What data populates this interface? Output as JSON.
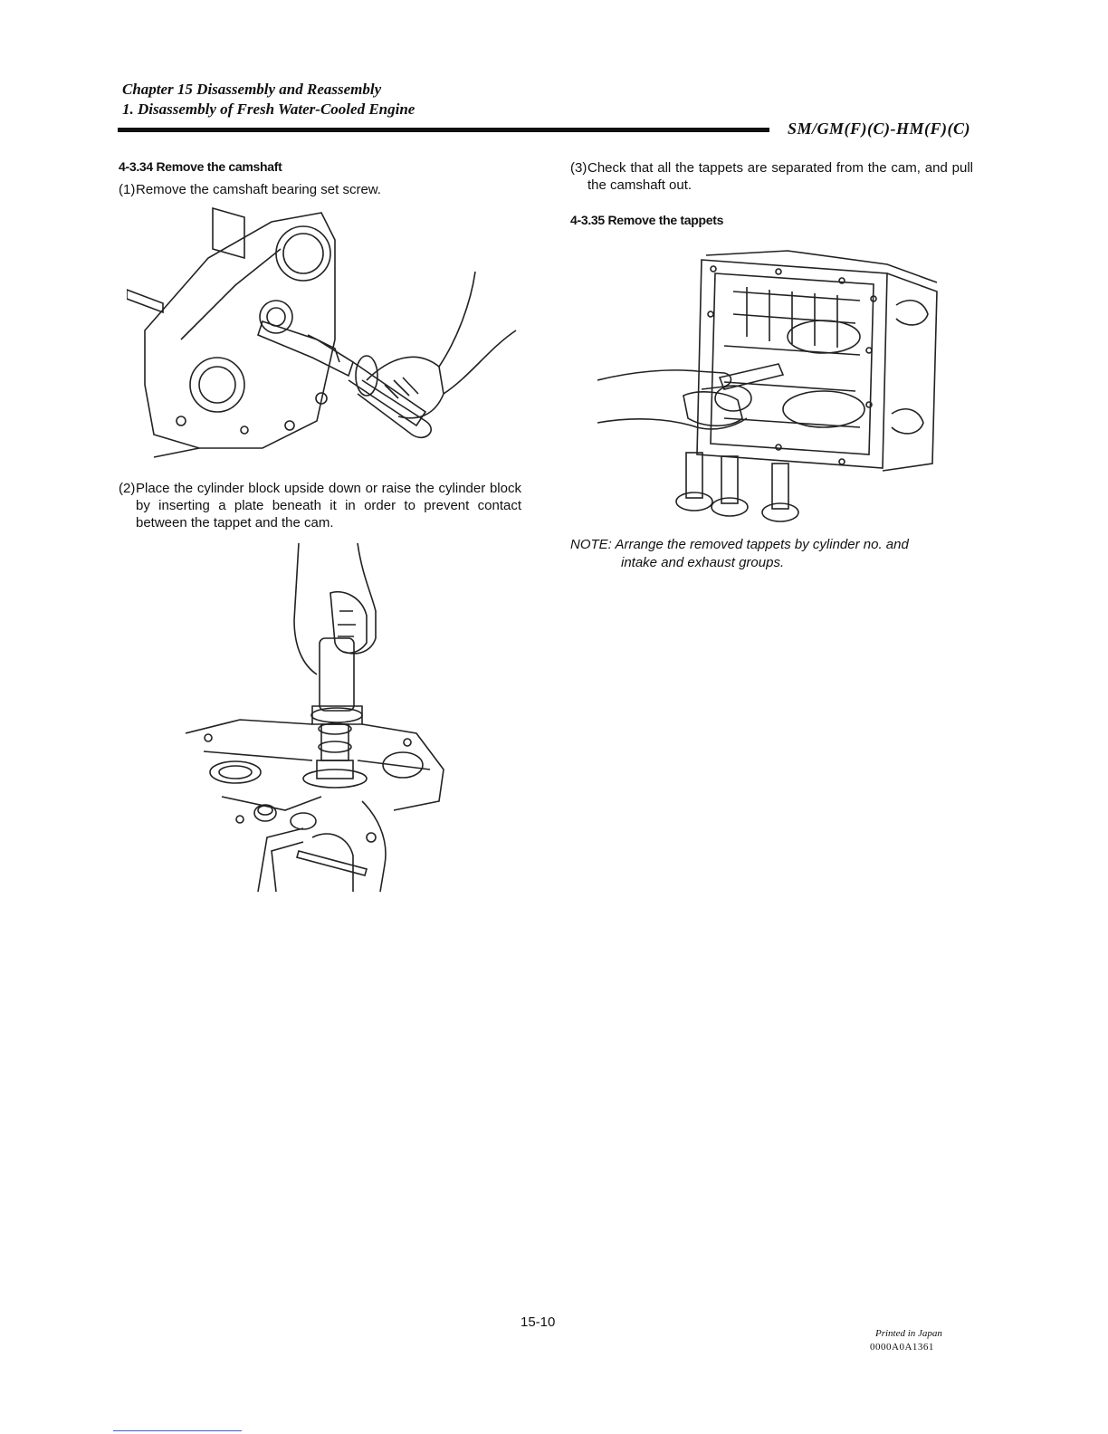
{
  "header": {
    "chapter_line": "Chapter 15 Disassembly and Reassembly",
    "section_line": "1. Disassembly of Fresh Water-Cooled Engine",
    "models": "SM/GM(F)(C)-HM(F)(C)"
  },
  "left_column": {
    "heading": "4-3.34 Remove the camshaft",
    "step1_num": "(1)",
    "step1_text": "Remove the camshaft bearing set screw.",
    "step2_num": "(2)",
    "step2_text": "Place the cylinder block upside down or raise the cylinder block by inserting a plate beneath it in order to prevent contact between the tappet and the cam."
  },
  "right_column": {
    "step3_num": "(3)",
    "step3_text": "Check that all the tappets are separated from the cam, and pull the camshaft out.",
    "heading": "4-3.35 Remove the tappets",
    "note_label": "NOTE:",
    "note_line1": "Arrange the removed tappets by cylinder no. and",
    "note_line2": "intake and exhaust groups."
  },
  "footer": {
    "page_number": "15-10",
    "printed": "Printed in Japan",
    "doc_id": "0000A0A1361"
  }
}
